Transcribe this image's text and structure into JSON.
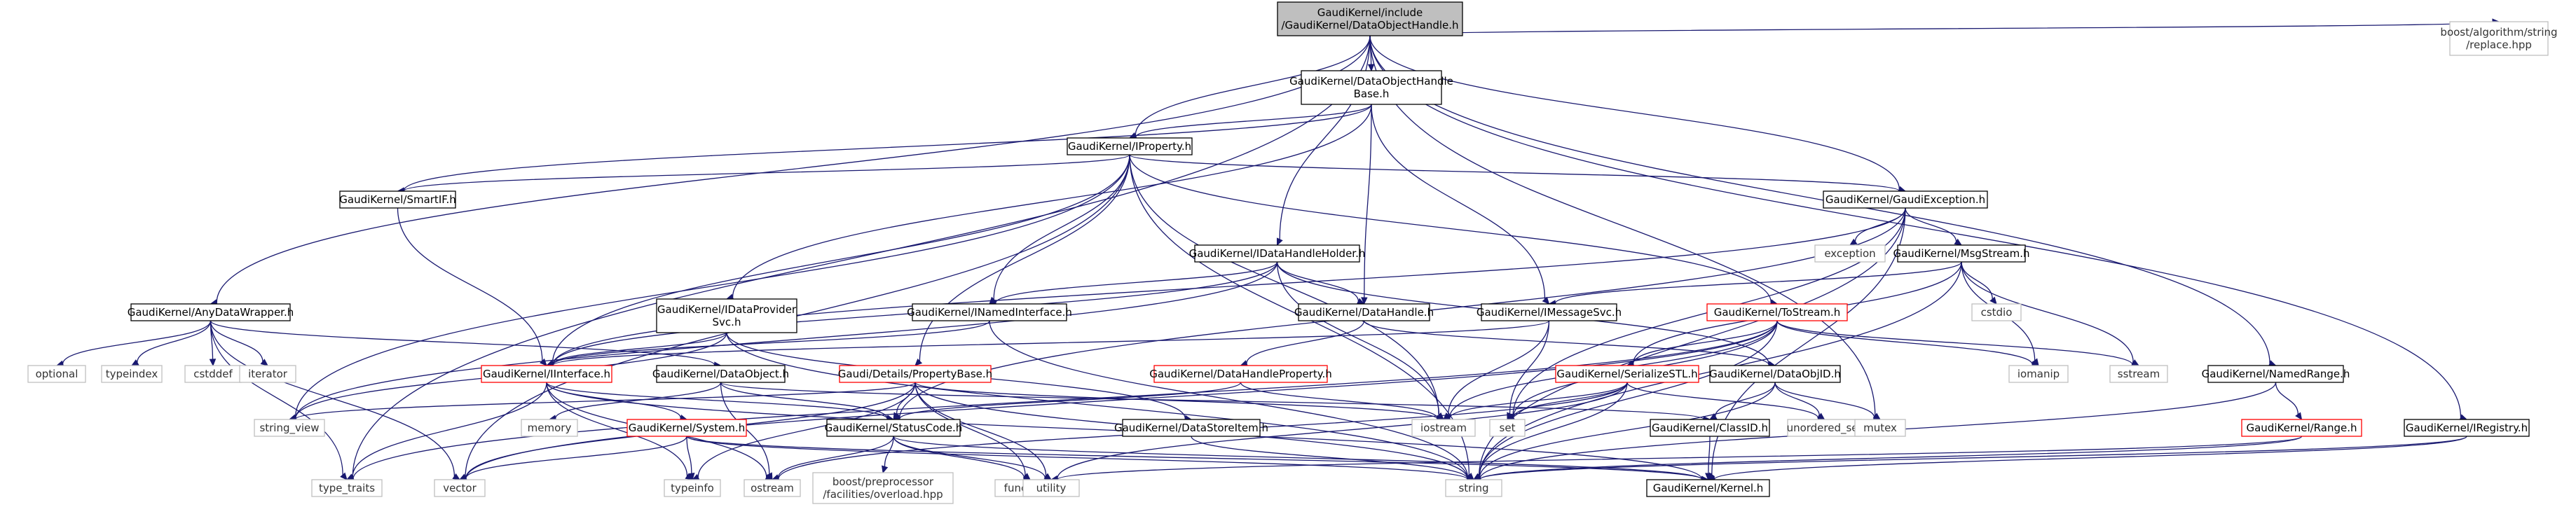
{
  "diagram": {
    "root": "GaudiKernel/include/GaudiKernel/DataObjectHandle.h",
    "colors": {
      "root_fill": "#bfbfbf",
      "node_border": "#000000",
      "highlight_border": "#ff0000",
      "external_border": "#bfbfbf",
      "edge": "#191970"
    },
    "nodes": [
      {
        "id": "root",
        "lines": [
          "GaudiKernel/include",
          "/GaudiKernel/DataObjectHandle.h"
        ],
        "kind": "root"
      },
      {
        "id": "dohbase",
        "lines": [
          "GaudiKernel/DataObjectHandle",
          "Base.h"
        ],
        "kind": "normal"
      },
      {
        "id": "boost_replace",
        "lines": [
          "boost/algorithm/string",
          "/replace.hpp"
        ],
        "kind": "external"
      },
      {
        "id": "iproperty",
        "lines": [
          "GaudiKernel/IProperty.h"
        ],
        "kind": "normal"
      },
      {
        "id": "smartif",
        "lines": [
          "GaudiKernel/SmartIF.h"
        ],
        "kind": "normal"
      },
      {
        "id": "gaudiexc",
        "lines": [
          "GaudiKernel/GaudiException.h"
        ],
        "kind": "normal"
      },
      {
        "id": "idhholder",
        "lines": [
          "GaudiKernel/IDataHandleHolder.h"
        ],
        "kind": "normal"
      },
      {
        "id": "anydata",
        "lines": [
          "GaudiKernel/AnyDataWrapper.h"
        ],
        "kind": "normal"
      },
      {
        "id": "idataprov",
        "lines": [
          "GaudiKernel/IDataProvider",
          "Svc.h"
        ],
        "kind": "normal"
      },
      {
        "id": "inamed",
        "lines": [
          "GaudiKernel/INamedInterface.h"
        ],
        "kind": "normal"
      },
      {
        "id": "datahandle",
        "lines": [
          "GaudiKernel/DataHandle.h"
        ],
        "kind": "normal"
      },
      {
        "id": "imsgsvc",
        "lines": [
          "GaudiKernel/IMessageSvc.h"
        ],
        "kind": "normal"
      },
      {
        "id": "msgstream",
        "lines": [
          "GaudiKernel/MsgStream.h"
        ],
        "kind": "normal"
      },
      {
        "id": "tostream",
        "lines": [
          "GaudiKernel/ToStream.h"
        ],
        "kind": "highlight"
      },
      {
        "id": "exception",
        "lines": [
          "exception"
        ],
        "kind": "external"
      },
      {
        "id": "cstdio",
        "lines": [
          "cstdio"
        ],
        "kind": "external"
      },
      {
        "id": "iinterface",
        "lines": [
          "GaudiKernel/IInterface.h"
        ],
        "kind": "highlight"
      },
      {
        "id": "dataobject",
        "lines": [
          "GaudiKernel/DataObject.h"
        ],
        "kind": "normal"
      },
      {
        "id": "propbase",
        "lines": [
          "Gaudi/Details/PropertyBase.h"
        ],
        "kind": "highlight"
      },
      {
        "id": "dhprop",
        "lines": [
          "GaudiKernel/DataHandleProperty.h"
        ],
        "kind": "highlight"
      },
      {
        "id": "serialstl",
        "lines": [
          "GaudiKernel/SerializeSTL.h"
        ],
        "kind": "highlight"
      },
      {
        "id": "dataobjid",
        "lines": [
          "GaudiKernel/DataObjID.h"
        ],
        "kind": "normal"
      },
      {
        "id": "namedrange",
        "lines": [
          "GaudiKernel/NamedRange.h"
        ],
        "kind": "normal"
      },
      {
        "id": "optional",
        "lines": [
          "optional"
        ],
        "kind": "external"
      },
      {
        "id": "typeindex",
        "lines": [
          "typeindex"
        ],
        "kind": "external"
      },
      {
        "id": "cstddef",
        "lines": [
          "cstddef"
        ],
        "kind": "external"
      },
      {
        "id": "iterator",
        "lines": [
          "iterator"
        ],
        "kind": "external"
      },
      {
        "id": "memory",
        "lines": [
          "memory"
        ],
        "kind": "external"
      },
      {
        "id": "string_view",
        "lines": [
          "string_view"
        ],
        "kind": "external"
      },
      {
        "id": "system",
        "lines": [
          "GaudiKernel/System.h"
        ],
        "kind": "highlight"
      },
      {
        "id": "statuscode",
        "lines": [
          "GaudiKernel/StatusCode.h"
        ],
        "kind": "normal"
      },
      {
        "id": "datastoreitem",
        "lines": [
          "GaudiKernel/DataStoreItem.h"
        ],
        "kind": "normal"
      },
      {
        "id": "iostream",
        "lines": [
          "iostream"
        ],
        "kind": "external"
      },
      {
        "id": "set",
        "lines": [
          "set"
        ],
        "kind": "external"
      },
      {
        "id": "classid",
        "lines": [
          "GaudiKernel/ClassID.h"
        ],
        "kind": "normal"
      },
      {
        "id": "unordered_set",
        "lines": [
          "unordered_set"
        ],
        "kind": "external"
      },
      {
        "id": "mutex",
        "lines": [
          "mutex"
        ],
        "kind": "external"
      },
      {
        "id": "iomanip",
        "lines": [
          "iomanip"
        ],
        "kind": "external"
      },
      {
        "id": "sstream",
        "lines": [
          "sstream"
        ],
        "kind": "external"
      },
      {
        "id": "range",
        "lines": [
          "GaudiKernel/Range.h"
        ],
        "kind": "highlight"
      },
      {
        "id": "iregistry",
        "lines": [
          "GaudiKernel/IRegistry.h"
        ],
        "kind": "normal"
      },
      {
        "id": "type_traits",
        "lines": [
          "type_traits"
        ],
        "kind": "external"
      },
      {
        "id": "vector",
        "lines": [
          "vector"
        ],
        "kind": "external"
      },
      {
        "id": "ostream",
        "lines": [
          "ostream"
        ],
        "kind": "external"
      },
      {
        "id": "typeinfo",
        "lines": [
          "typeinfo"
        ],
        "kind": "external"
      },
      {
        "id": "boost_overload",
        "lines": [
          "boost/preprocessor",
          "/facilities/overload.hpp"
        ],
        "kind": "external"
      },
      {
        "id": "functional",
        "lines": [
          "functional"
        ],
        "kind": "external"
      },
      {
        "id": "utility",
        "lines": [
          "utility"
        ],
        "kind": "external"
      },
      {
        "id": "string",
        "lines": [
          "string"
        ],
        "kind": "external"
      },
      {
        "id": "kernel",
        "lines": [
          "GaudiKernel/Kernel.h"
        ],
        "kind": "normal"
      }
    ],
    "edges": [
      [
        "root",
        "dohbase"
      ],
      [
        "root",
        "boost_replace"
      ],
      [
        "root",
        "iproperty"
      ],
      [
        "root",
        "gaudiexc"
      ],
      [
        "root",
        "idhholder"
      ],
      [
        "root",
        "anydata"
      ],
      [
        "root",
        "namedrange"
      ],
      [
        "root",
        "iregistry"
      ],
      [
        "root",
        "type_traits"
      ],
      [
        "root",
        "mutex"
      ],
      [
        "dohbase",
        "iproperty"
      ],
      [
        "dohbase",
        "smartif"
      ],
      [
        "dohbase",
        "idataprov"
      ],
      [
        "dohbase",
        "datahandle"
      ],
      [
        "dohbase",
        "imsgsvc"
      ],
      [
        "iproperty",
        "smartif"
      ],
      [
        "iproperty",
        "gaudiexc"
      ],
      [
        "iproperty",
        "inamed"
      ],
      [
        "iproperty",
        "propbase"
      ],
      [
        "iproperty",
        "tostream"
      ],
      [
        "iproperty",
        "iinterface"
      ],
      [
        "iproperty",
        "string_view"
      ],
      [
        "iproperty",
        "vector"
      ],
      [
        "iproperty",
        "iostream"
      ],
      [
        "iproperty",
        "string"
      ],
      [
        "smartif",
        "iinterface"
      ],
      [
        "gaudiexc",
        "exception"
      ],
      [
        "gaudiexc",
        "msgstream"
      ],
      [
        "gaudiexc",
        "iinterface"
      ],
      [
        "gaudiexc",
        "kernel"
      ],
      [
        "gaudiexc",
        "statuscode"
      ],
      [
        "gaudiexc",
        "string"
      ],
      [
        "gaudiexc",
        "set"
      ],
      [
        "idhholder",
        "inamed"
      ],
      [
        "idhholder",
        "datahandle"
      ],
      [
        "idhholder",
        "iinterface"
      ],
      [
        "idhholder",
        "iostream"
      ],
      [
        "idhholder",
        "string_view"
      ],
      [
        "idhholder",
        "dataobjid"
      ],
      [
        "anydata",
        "dataobject"
      ],
      [
        "anydata",
        "optional"
      ],
      [
        "anydata",
        "typeindex"
      ],
      [
        "anydata",
        "cstddef"
      ],
      [
        "anydata",
        "iterator"
      ],
      [
        "anydata",
        "type_traits"
      ],
      [
        "anydata",
        "vector"
      ],
      [
        "idataprov",
        "iinterface"
      ],
      [
        "idataprov",
        "datastoreitem"
      ],
      [
        "idataprov",
        "string"
      ],
      [
        "idataprov",
        "string_view"
      ],
      [
        "inamed",
        "iinterface"
      ],
      [
        "inamed",
        "string"
      ],
      [
        "datahandle",
        "dhprop"
      ],
      [
        "datahandle",
        "dataobjid"
      ],
      [
        "imsgsvc",
        "iinterface"
      ],
      [
        "imsgsvc",
        "set"
      ],
      [
        "imsgsvc",
        "iostream"
      ],
      [
        "msgstream",
        "imsgsvc"
      ],
      [
        "msgstream",
        "serialstl"
      ],
      [
        "msgstream",
        "cstdio"
      ],
      [
        "msgstream",
        "iomanip"
      ],
      [
        "msgstream",
        "sstream"
      ],
      [
        "msgstream",
        "string"
      ],
      [
        "tostream",
        "serialstl"
      ],
      [
        "tostream",
        "iostream"
      ],
      [
        "tostream",
        "set"
      ],
      [
        "tostream",
        "iomanip"
      ],
      [
        "tostream",
        "sstream"
      ],
      [
        "tostream",
        "string"
      ],
      [
        "tostream",
        "vector"
      ],
      [
        "tostream",
        "type_traits"
      ],
      [
        "iinterface",
        "system"
      ],
      [
        "iinterface",
        "statuscode"
      ],
      [
        "iinterface",
        "kernel"
      ],
      [
        "iinterface",
        "ostream"
      ],
      [
        "iinterface",
        "typeinfo"
      ],
      [
        "iinterface",
        "type_traits"
      ],
      [
        "dataobject",
        "classid"
      ],
      [
        "dataobject",
        "statuscode"
      ],
      [
        "dataobject",
        "memory"
      ],
      [
        "dataobject",
        "ostream"
      ],
      [
        "propbase",
        "statuscode"
      ],
      [
        "propbase",
        "string"
      ],
      [
        "propbase",
        "string_view"
      ],
      [
        "propbase",
        "functional"
      ],
      [
        "propbase",
        "iostream"
      ],
      [
        "propbase",
        "typeinfo"
      ],
      [
        "propbase",
        "utility"
      ],
      [
        "propbase",
        "vector"
      ],
      [
        "dhprop",
        "statuscode"
      ],
      [
        "dhprop",
        "iostream"
      ],
      [
        "serialstl",
        "iostream"
      ],
      [
        "serialstl",
        "set"
      ],
      [
        "serialstl",
        "unordered_set"
      ],
      [
        "serialstl",
        "utility"
      ],
      [
        "serialstl",
        "string"
      ],
      [
        "serialstl",
        "ostream"
      ],
      [
        "dataobjid",
        "classid"
      ],
      [
        "dataobjid",
        "unordered_set"
      ],
      [
        "dataobjid",
        "mutex"
      ],
      [
        "dataobjid",
        "string"
      ],
      [
        "namedrange",
        "range"
      ],
      [
        "namedrange",
        "string"
      ],
      [
        "system",
        "kernel"
      ],
      [
        "system",
        "typeinfo"
      ],
      [
        "system",
        "vector"
      ],
      [
        "system",
        "string"
      ],
      [
        "statuscode",
        "boost_overload"
      ],
      [
        "statuscode",
        "ostream"
      ],
      [
        "statuscode",
        "functional"
      ],
      [
        "statuscode",
        "utility"
      ],
      [
        "statuscode",
        "kernel"
      ],
      [
        "datastoreitem",
        "string"
      ],
      [
        "classid",
        "kernel"
      ],
      [
        "range",
        "utility"
      ],
      [
        "range",
        "string"
      ],
      [
        "iregistry",
        "kernel"
      ],
      [
        "iregistry",
        "string"
      ]
    ]
  }
}
